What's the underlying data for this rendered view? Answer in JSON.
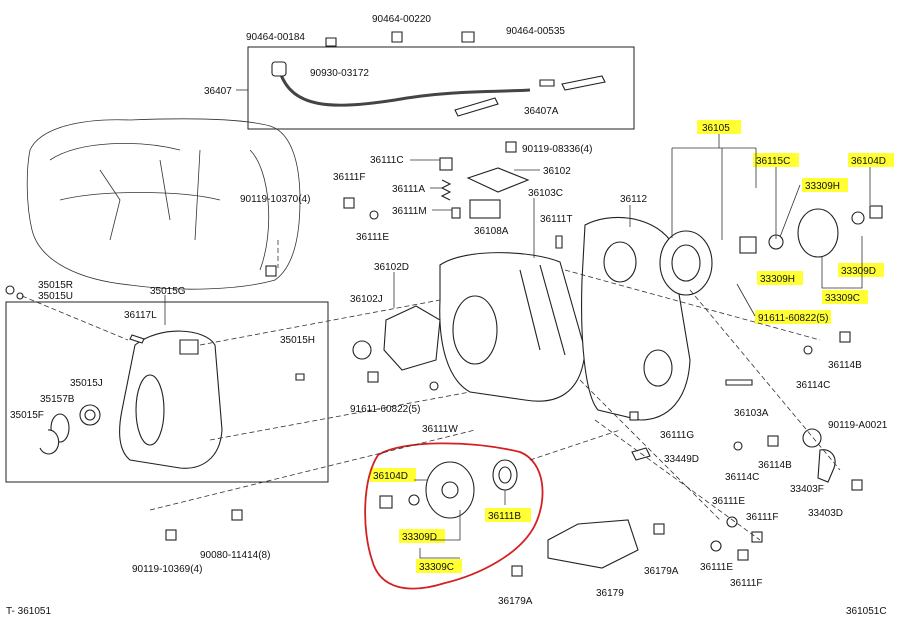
{
  "footer": {
    "left_code": "T- 361051",
    "right_code": "361051C"
  },
  "colors": {
    "highlight": "#ffff33",
    "callout_outline": "#d42020",
    "line": "#222222"
  },
  "labels": {
    "p90464_00184": "90464-00184",
    "p90464_00220": "90464-00220",
    "p90464_00535": "90464-00535",
    "p90930_03172": "90930-03172",
    "p36407": "36407",
    "p36407A": "36407A",
    "p90119_08336": "90119-08336(4)",
    "p36105": "36105",
    "p36111C": "36111C",
    "p36102": "36102",
    "p36111F_a": "36111F",
    "p36111A": "36111A",
    "p36103C": "36103C",
    "p36115C": "36115C",
    "p36104D_a": "36104D",
    "p90119_10370": "90119-10370(4)",
    "p36111M": "36111M",
    "p36112": "36112",
    "p33309H_a": "33309H",
    "p36111E_a": "36111E",
    "p36108A": "36108A",
    "p36111T": "36111T",
    "p36102D": "36102D",
    "p33309H_b": "33309H",
    "p33309D_a": "33309D",
    "p35015R": "35015R",
    "p35015U": "35015U",
    "p35015G": "35015G",
    "p36102J": "36102J",
    "p33309C_a": "33309C",
    "p91611_a": "91611-60822(5)",
    "p36117L": "36117L",
    "p35015H": "35015H",
    "p36114B_a": "36114B",
    "p35015J": "35015J",
    "p35157B": "35157B",
    "p36114C_a": "36114C",
    "p35015F": "35015F",
    "p91611_b": "91611-60822(5)",
    "p36103A": "36103A",
    "p36111W": "36111W",
    "p90119_A0021": "90119-A0021",
    "p36111G": "36111G",
    "p33449D": "33449D",
    "p36114C_b": "36114C",
    "p36114B_b": "36114B",
    "p36104D_b": "36104D",
    "p33403F": "33403F",
    "p36111E_b": "36111E",
    "p36111B": "36111B",
    "p36111F_b": "36111F",
    "p33403D": "33403D",
    "p33309D_b": "33309D",
    "p90080_11414": "90080-11414(8)",
    "p36179A_a": "36179A",
    "p36111E_c": "36111E",
    "p33309C_b": "33309C",
    "p36111F_c": "36111F",
    "p90119_10369": "90119-10369(4)",
    "p36179A_b": "36179A",
    "p36179": "36179"
  }
}
